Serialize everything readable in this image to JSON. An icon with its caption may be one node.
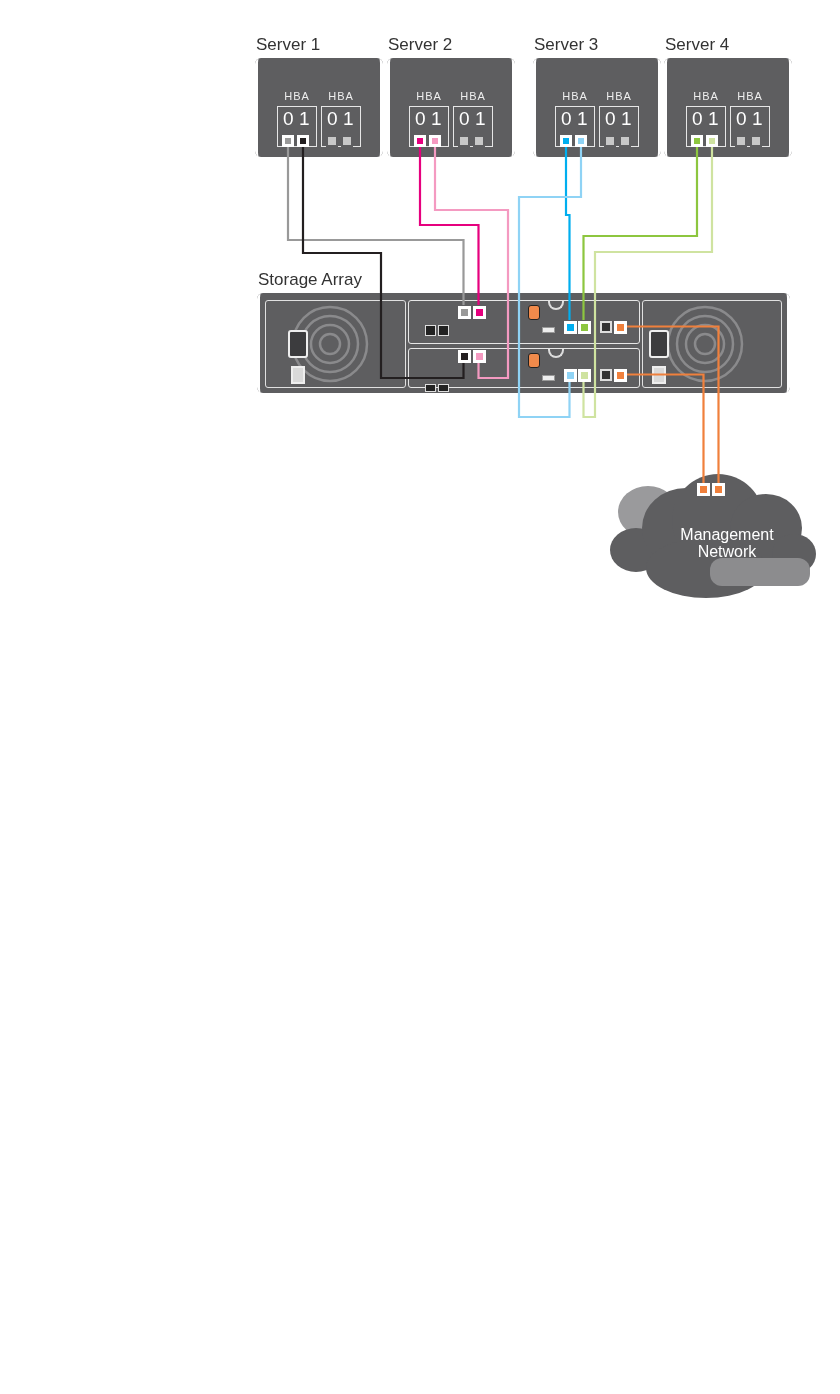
{
  "diagram": {
    "nodes": [
      {
        "text": [
          "Server 1"
        ]
      },
      {
        "text": [
          "HBA",
          "0",
          "1"
        ],
        "in": 0
      },
      {
        "text": [],
        "shape": "box",
        "in": 1
      },
      {
        "text": [],
        "shape": "box",
        "in": 1
      },
      {
        "text": [
          "HBA",
          "0",
          "1"
        ],
        "in": 0
      },
      {
        "text": [],
        "shape": "box",
        "in": 4
      },
      {
        "text": [],
        "shape": "box",
        "in": 4
      },
      {
        "text": [
          "Server 2"
        ]
      },
      {
        "text": [
          "HBA",
          "0",
          "1"
        ],
        "in": 7
      },
      {
        "text": [],
        "shape": "box",
        "in": 8
      },
      {
        "text": [],
        "shape": "box",
        "in": 8
      },
      {
        "text": [
          "HBA",
          "0",
          "1"
        ],
        "in": 7
      },
      {
        "text": [],
        "shape": "box",
        "in": 11
      },
      {
        "text": [],
        "shape": "box",
        "in": 11
      },
      {
        "text": [
          "Server 3"
        ]
      },
      {
        "text": [
          "HBA",
          "0",
          "1"
        ],
        "in": 14
      },
      {
        "text": [],
        "shape": "box",
        "in": 15
      },
      {
        "text": [],
        "shape": "box",
        "in": 15
      },
      {
        "text": [
          "HBA",
          "0",
          "1"
        ],
        "in": 14
      },
      {
        "text": [],
        "shape": "box",
        "in": 18
      },
      {
        "text": [],
        "shape": "box",
        "in": 18
      },
      {
        "text": [
          "Server 4"
        ]
      },
      {
        "text": [
          "HBA",
          "0",
          "1"
        ],
        "in": 21
      },
      {
        "text": [],
        "shape": "box",
        "in": 22
      },
      {
        "text": [],
        "shape": "box",
        "in": 22
      },
      {
        "text": [
          "HBA",
          "0",
          "1"
        ],
        "in": 21
      },
      {
        "text": [],
        "shape": "box",
        "in": 25
      },
      {
        "text": [],
        "shape": "box",
        "in": 25
      },
      {
        "text": [
          "Storage Array"
        ]
      },
      {
        "text": [],
        "shape": "box",
        "in": 28
      },
      {
        "text": [],
        "shape": "box",
        "in": 29
      },
      {
        "text": [],
        "shape": "box",
        "in": 29
      },
      {
        "text": [],
        "shape": "box",
        "in": 29
      },
      {
        "text": [],
        "shape": "box",
        "in": 29
      },
      {
        "text": [],
        "shape": "box",
        "in": 29
      },
      {
        "text": [],
        "shape": "box",
        "in": 28
      },
      {
        "text": [],
        "shape": "box",
        "in": 35
      },
      {
        "text": [],
        "shape": "box",
        "in": 35
      },
      {
        "text": [],
        "shape": "box",
        "in": 35
      },
      {
        "text": [],
        "shape": "box",
        "in": 35
      },
      {
        "text": [],
        "shape": "box",
        "in": 35
      },
      {
        "text": [
          "Management Network"
        ]
      },
      {
        "text": [],
        "shape": "box",
        "in": 41
      },
      {
        "text": [],
        "shape": "box",
        "in": 41
      }
    ],
    "edges": [
      {
        "from": 2,
        "to": 30,
        "arrow": "none",
        "color": "#999999"
      },
      {
        "from": 3,
        "to": 36,
        "arrow": "none",
        "color": "#231f20"
      },
      {
        "from": 9,
        "to": 31,
        "arrow": "none",
        "color": "#e6007e"
      },
      {
        "from": 10,
        "to": 37,
        "arrow": "none",
        "color": "#f49ac1"
      },
      {
        "from": 16,
        "to": 32,
        "arrow": "none",
        "color": "#00aeef"
      },
      {
        "from": 17,
        "to": 38,
        "arrow": "none",
        "color": "#8fd3f5"
      },
      {
        "from": 23,
        "to": 33,
        "arrow": "none",
        "color": "#8dc63f"
      },
      {
        "from": 24,
        "to": 39,
        "arrow": "none",
        "color": "#cfe3a0"
      },
      {
        "from": 34,
        "to": 43,
        "arrow": "none",
        "color": "#f0803c"
      },
      {
        "from": 40,
        "to": 42,
        "arrow": "none",
        "color": "#f0803c"
      }
    ]
  }
}
